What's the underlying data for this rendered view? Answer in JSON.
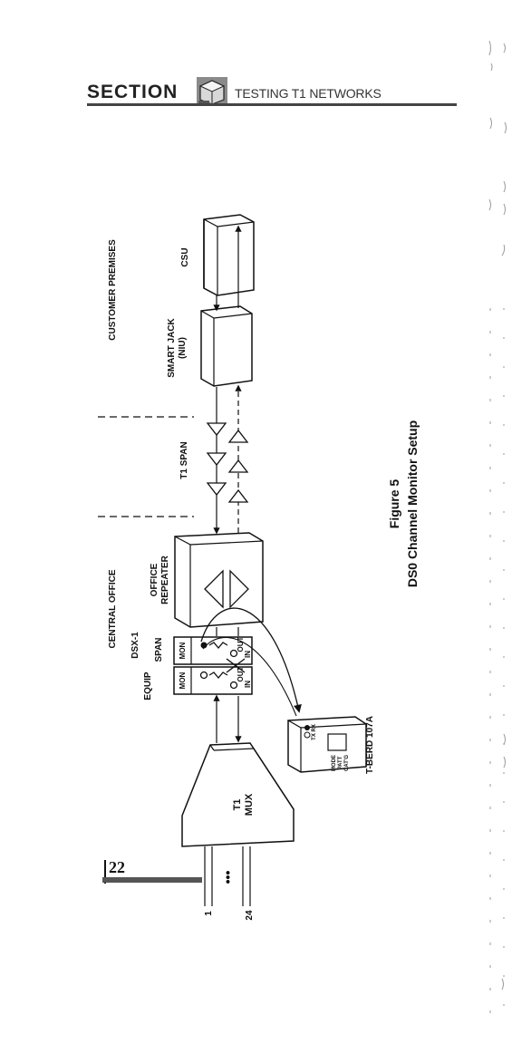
{
  "header": {
    "section_label": "SECTION",
    "subtitle": "TESTING T1 NETWORKS",
    "logo_icon": "cube-logo-icon"
  },
  "diagram": {
    "regions": {
      "customer_premises": "CUSTOMER PREMISES",
      "central_office": "CENTRAL OFFICE"
    },
    "components": {
      "csu": "CSU",
      "smart_jack": [
        "SMART JACK",
        "(NIU)"
      ],
      "t1_span": "T1 SPAN",
      "office_repeater": [
        "OFFICE",
        "REPEATER"
      ],
      "dsx1": "DSX-1",
      "span_label": "SPAN",
      "equip_label": "EQUIP",
      "t1_mux": [
        "T1",
        "MUX"
      ],
      "tberd": "T-BERD 107A",
      "tberd_txrx": "TX  RX",
      "tberd_panel": [
        "MODE",
        "PATT",
        "CAT'G"
      ]
    },
    "jacks": {
      "mon": "MON",
      "out": "OUT",
      "in": "IN"
    },
    "channels": {
      "first": "1",
      "last": "24",
      "dots": "•••"
    },
    "figure": {
      "number": "Figure 5",
      "caption": "DS0 Channel Monitor Setup"
    }
  },
  "footer": {
    "page_number": "22"
  }
}
